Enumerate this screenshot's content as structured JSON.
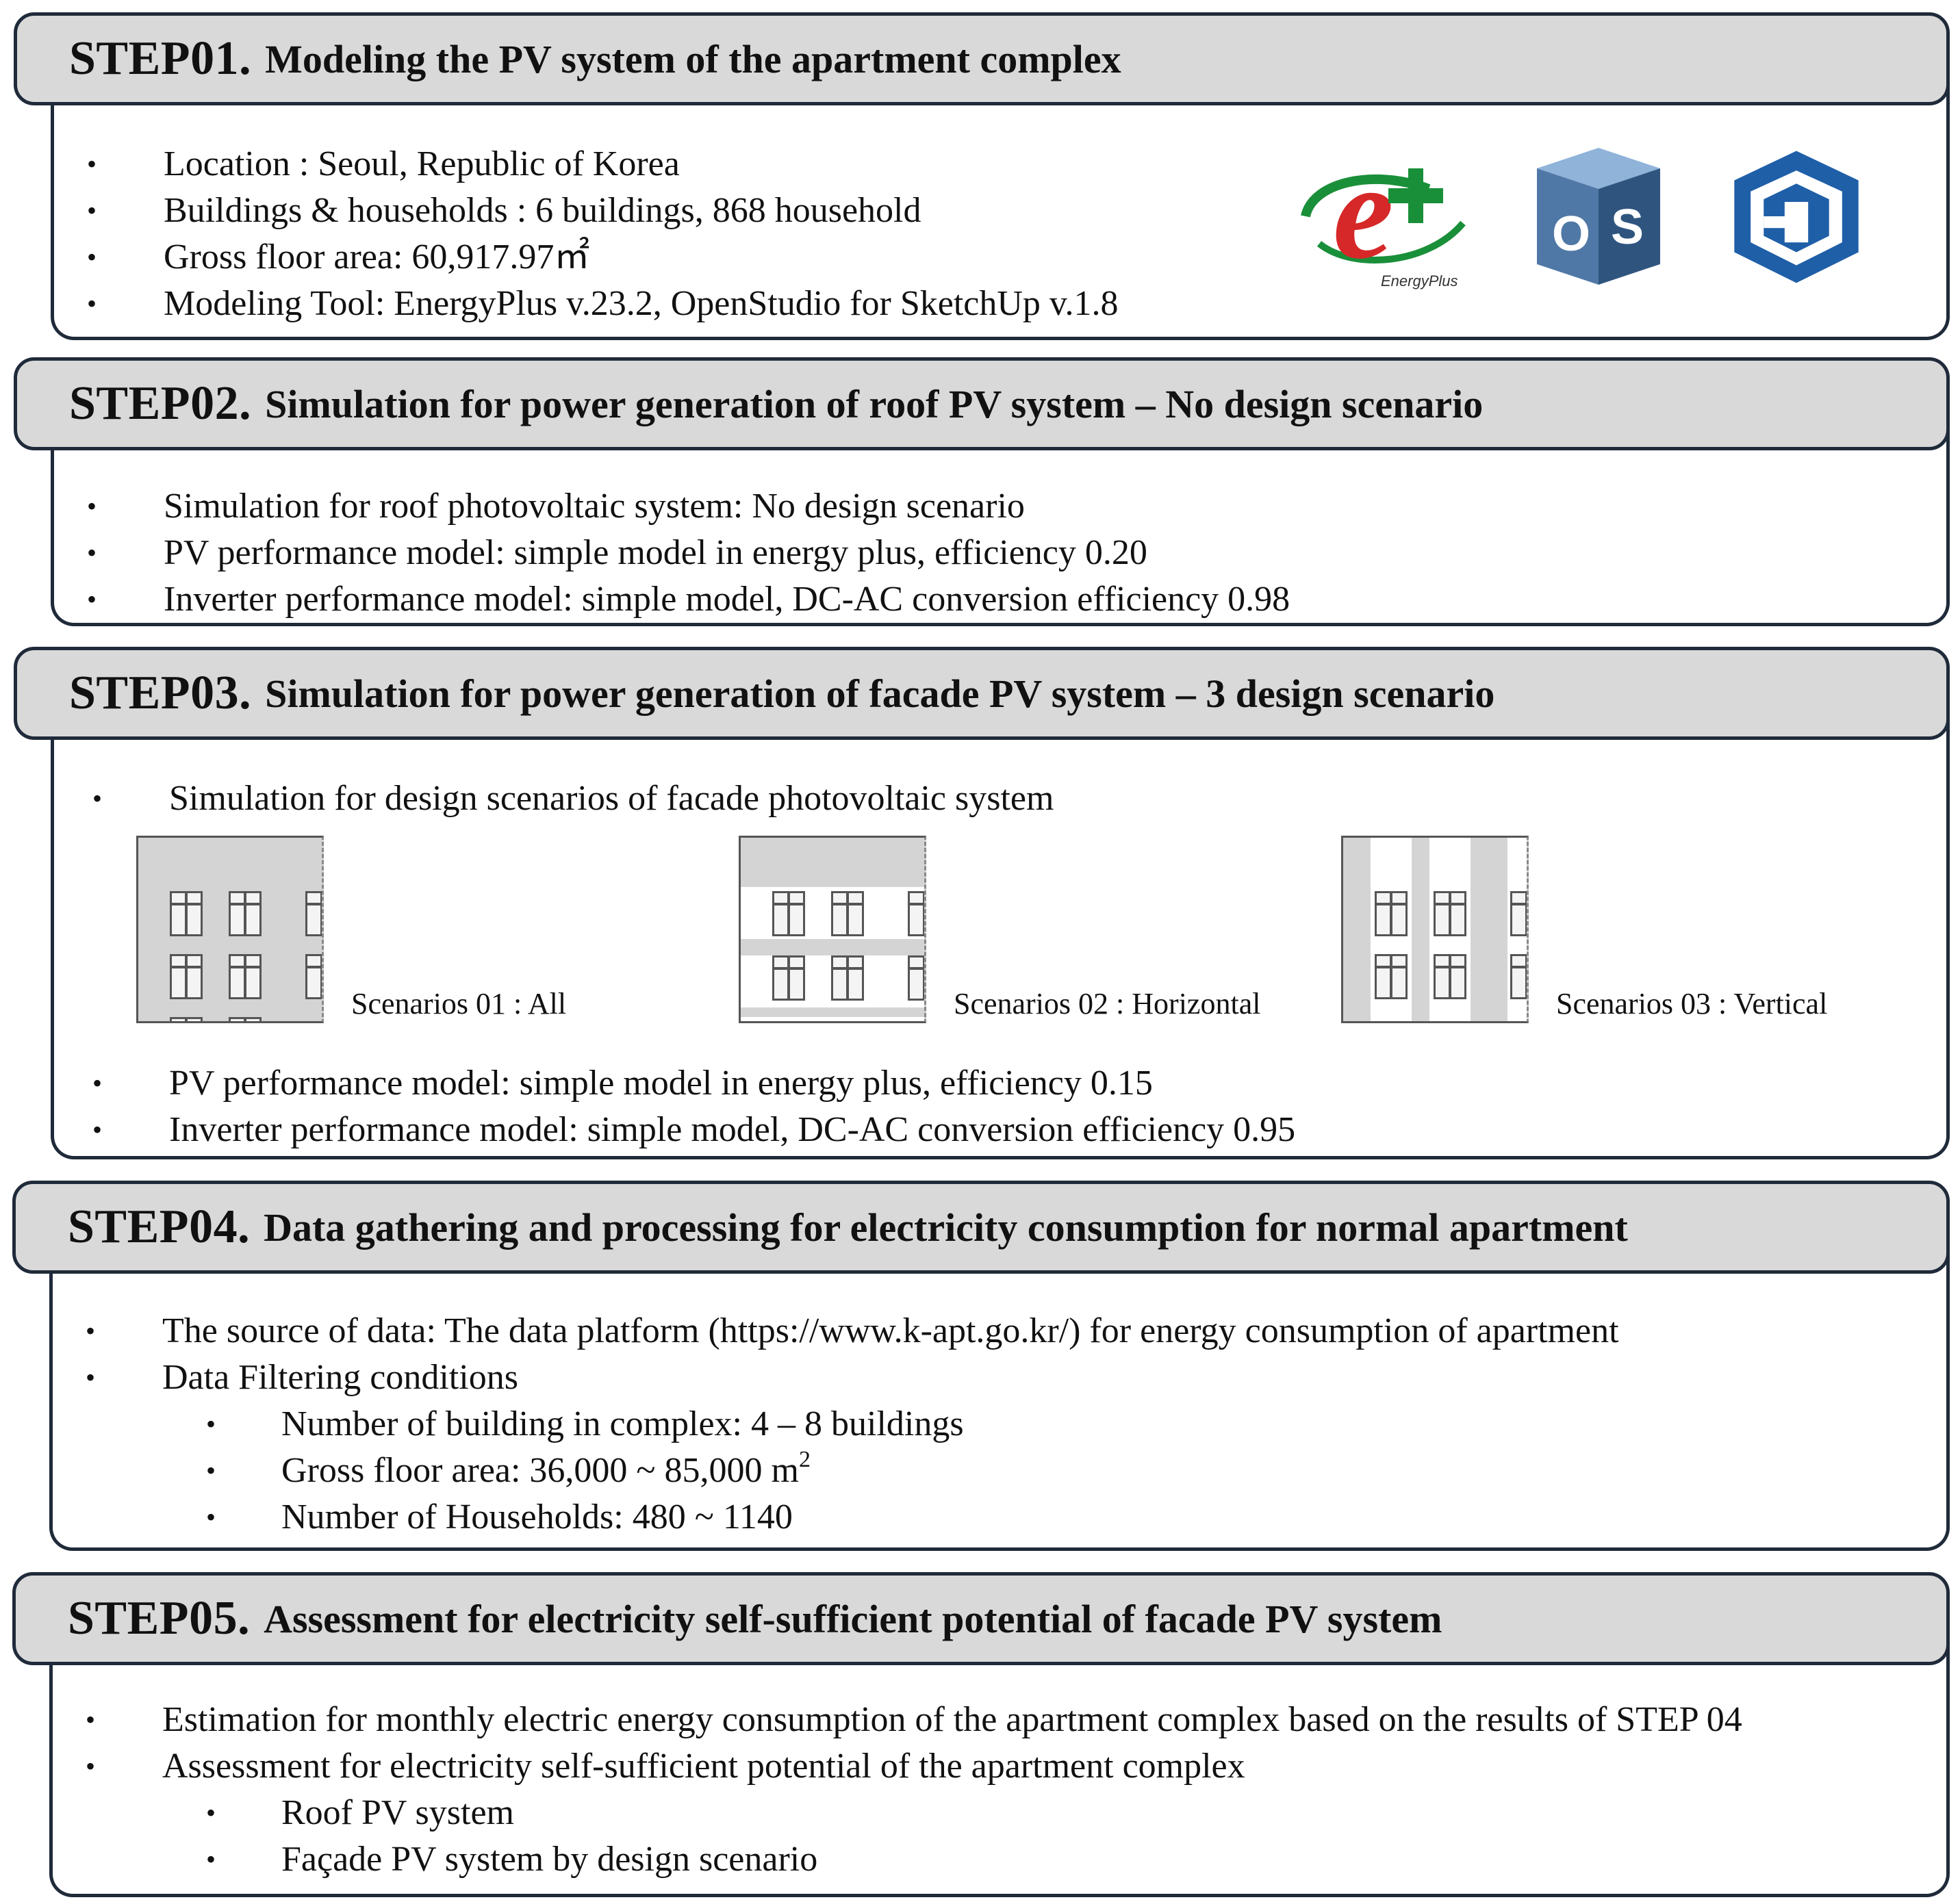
{
  "steps": [
    {
      "number": "STEP01.",
      "title": "Modeling the PV system of  the apartment complex",
      "bullets": [
        "Location : Seoul, Republic of Korea",
        "Buildings & households : 6 buildings, 868 household",
        "Gross floor area: 60,917.97㎡",
        "Modeling Tool: EnergyPlus v.23.2,  OpenStudio for SketchUp v.1.8"
      ],
      "logos": [
        {
          "name": "energyplus-logo",
          "caption": "EnergyPlus",
          "color": "#d62828"
        },
        {
          "name": "openstudio-logo",
          "caption": "OS",
          "color": "#3b5f86"
        },
        {
          "name": "sketchup-logo",
          "caption": "",
          "color": "#1f5fa8"
        }
      ]
    },
    {
      "number": "STEP02.",
      "title": "Simulation for power generation of roof PV system – No design scenario",
      "bullets": [
        "Simulation for roof photovoltaic system: No design scenario",
        "PV performance model: simple model in energy plus, efficiency 0.20",
        "Inverter  performance model: simple model, DC-AC conversion efficiency 0.98"
      ]
    },
    {
      "number": "STEP03.",
      "title": "Simulation for power generation of facade PV system – 3 design scenario",
      "bullets_top": [
        "Simulation for design scenarios of facade photovoltaic system"
      ],
      "scenarios": [
        {
          "label": "Scenarios 01 : All"
        },
        {
          "label": "Scenarios 02 : Horizontal"
        },
        {
          "label": "Scenarios 03 : Vertical"
        }
      ],
      "bullets_bottom": [
        "PV performance model: simple model in energy plus, efficiency 0.15",
        "Inverter  performance model: simple model, DC-AC conversion efficiency 0.95"
      ]
    },
    {
      "number": "STEP04.",
      "title": "Data gathering and processing for electricity consumption for normal apartment",
      "bullets": [
        "The source of data: The data platform (https://www.k-apt.go.kr/) for energy consumption of apartment",
        "Data Filtering conditions"
      ],
      "sub_bullets": [
        "Number of building in complex: 4 – 8 buildings",
        "Gross floor area: 36,000 ~ 85,000 m",
        "Number of Households: 480 ~ 1140"
      ],
      "area_unit_exponent": "2"
    },
    {
      "number": "STEP05.",
      "title": "Assessment for electricity self-sufficient potential of facade PV system",
      "bullets": [
        "Estimation for monthly electric energy consumption of the apartment complex based on the results of STEP 04",
        "Assessment for electricity self-sufficient potential of the apartment complex"
      ],
      "sub_bullets": [
        "Roof PV system",
        "Façade PV system by design scenario"
      ]
    }
  ],
  "colors": {
    "header_fill": "#d9d9d9",
    "border": "#1f2a3a",
    "facade_pv": "#d4d4d4"
  }
}
